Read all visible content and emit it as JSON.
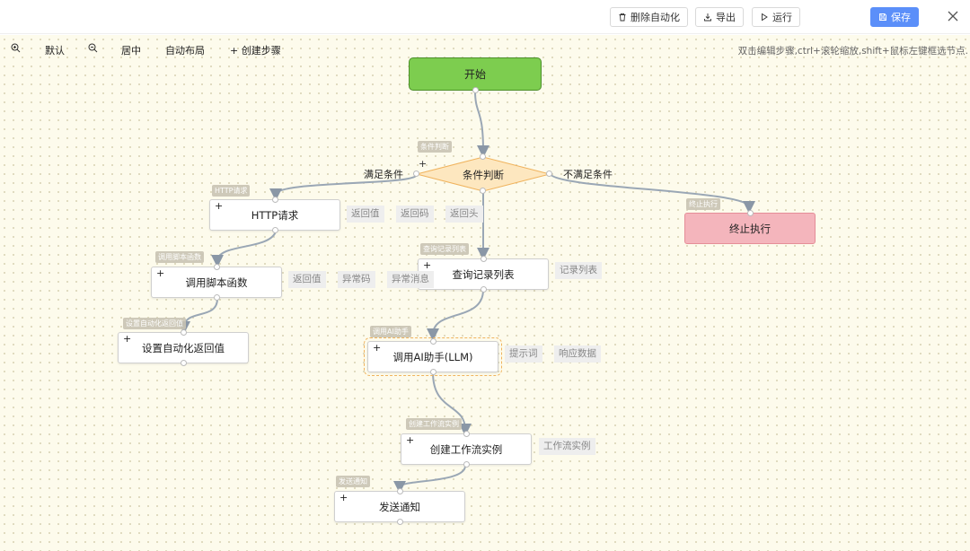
{
  "topbar": {
    "delete_label": "删除自动化",
    "export_label": "导出",
    "run_label": "运行",
    "save_label": "保存"
  },
  "toolbar": {
    "zoom_in_icon": "zoom-in-icon",
    "default_label": "默认",
    "zoom_out_icon": "zoom-out-icon",
    "center_label": "居中",
    "auto_layout_label": "自动布局",
    "create_step_label": "+ 创建步骤",
    "hint": "双击编辑步骤,ctrl+滚轮缩放,shift+鼠标左键框选节点."
  },
  "nodes": {
    "start": {
      "label": "开始"
    },
    "condition": {
      "label": "条件判断",
      "tag": "条件判断"
    },
    "http": {
      "label": "HTTP请求",
      "tag": "HTTP请求",
      "outputs": [
        "返回值",
        "返回码",
        "返回头"
      ]
    },
    "stop": {
      "label": "终止执行",
      "tag": "终止执行"
    },
    "query": {
      "label": "查询记录列表",
      "tag": "查询记录列表",
      "outputs": [
        "记录列表"
      ]
    },
    "script": {
      "label": "调用脚本函数",
      "tag": "调用脚本函数",
      "outputs": [
        "返回值",
        "异常码",
        "异常消息"
      ]
    },
    "setret": {
      "label": "设置自动化返回值",
      "tag": "设置自动化返回值"
    },
    "ai": {
      "label": "调用AI助手(LLM)",
      "tag": "调用AI助手",
      "outputs": [
        "提示词",
        "响应数据"
      ]
    },
    "workflow": {
      "label": "创建工作流实例",
      "tag": "创建工作流实例",
      "outputs": [
        "工作流实例"
      ]
    },
    "notify": {
      "label": "发送通知",
      "tag": "发送通知"
    }
  },
  "edges": {
    "yes_label": "满足条件",
    "no_label": "不满足条件"
  },
  "colors": {
    "start_fill": "#7dcd4f",
    "condition_fill": "#fde7bf",
    "stop_fill": "#f4b5bc",
    "primary": "#5b8ff9",
    "edge": "#9aa7b5"
  }
}
